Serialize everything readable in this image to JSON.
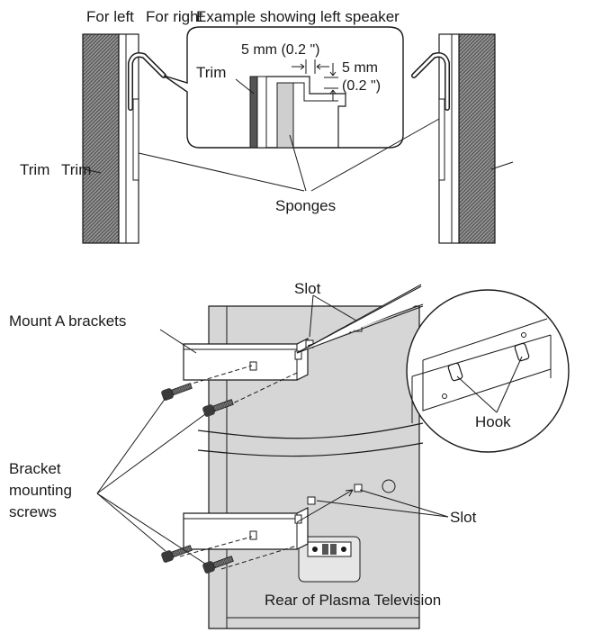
{
  "top": {
    "caption_left": "For left",
    "caption_right": "For right",
    "caption_example": "Example showing left speaker",
    "callout_trim": "Trim",
    "gap_horizontal": "5 mm (0.2 \")",
    "gap_vertical_value": "5 mm",
    "gap_vertical_inch": "(0.2 \")",
    "label_trim_left": "Trim",
    "label_trim_right": "Trim",
    "label_sponges": "Sponges"
  },
  "bottom": {
    "label_slot_top": "Slot",
    "label_slot_bottom": "Slot",
    "label_mount_brackets": "Mount A brackets",
    "label_screws_line1": "Bracket",
    "label_screws_line2": "mounting",
    "label_screws_line3": "screws",
    "label_hook": "Hook",
    "label_rear": "Rear of Plasma Television"
  },
  "colors": {
    "line": "#1a1a1a",
    "tv_panel": "#d6d6d6",
    "speaker_grille": "#8c8c8c",
    "bracket": "#ffffff"
  }
}
